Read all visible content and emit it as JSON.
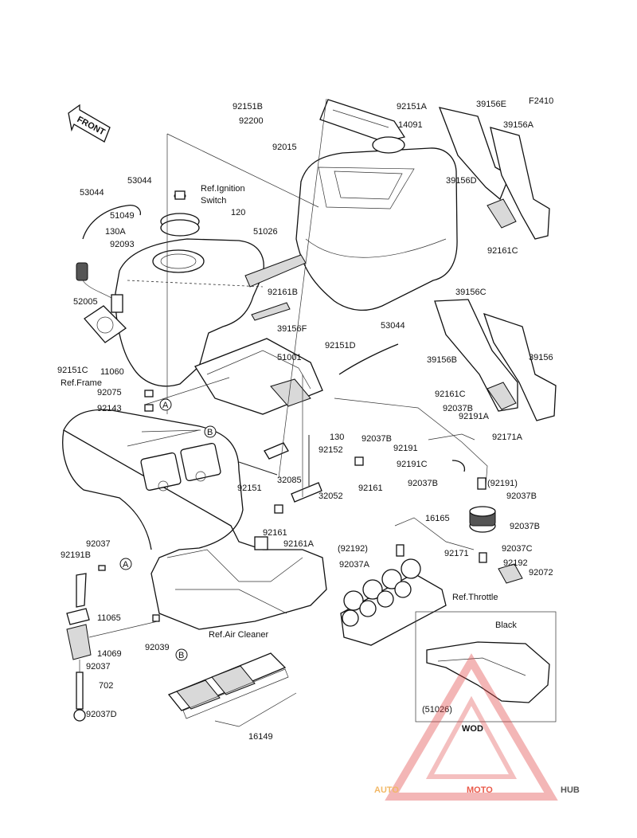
{
  "figure_code": "F2410",
  "front_arrow": "FRONT",
  "refs": {
    "ignition": "Ref.Ignition",
    "ignition2": "Switch",
    "frame": "Ref.Frame",
    "throttle": "Ref.Throttle",
    "air_cleaner": "Ref.Air Cleaner"
  },
  "callouts": {
    "a": "A",
    "b": "B"
  },
  "inset": {
    "color": "Black",
    "part": "(51026)",
    "code": "WOD"
  },
  "watermark": {
    "auto": "AUTO",
    "moto": "MOTO",
    "hub": "HUB"
  },
  "parts": [
    "92151B",
    "92200",
    "92015",
    "92151A",
    "14091",
    "39156E",
    "39156A",
    "39156D",
    "92161C",
    "53044",
    "53044",
    "51049",
    "130A",
    "92093",
    "120",
    "51026",
    "52005",
    "92161B",
    "39156F",
    "92151D",
    "53044",
    "39156C",
    "39156B",
    "39156",
    "51001",
    "92151C",
    "11060",
    "92075",
    "92143",
    "92161C",
    "92037B",
    "92191A",
    "130",
    "92037B",
    "92152",
    "92171A",
    "92191",
    "92191C",
    "92151",
    "32085",
    "92161",
    "32052",
    "92037B",
    "(92191)",
    "92037B",
    "16165",
    "92037B",
    "92161",
    "92161A",
    "92037",
    "92191B",
    "92037C",
    "(92192)",
    "92171",
    "92192",
    "92037A",
    "92072",
    "11065",
    "92039",
    "14069",
    "92037",
    "702",
    "92037D",
    "16149"
  ]
}
